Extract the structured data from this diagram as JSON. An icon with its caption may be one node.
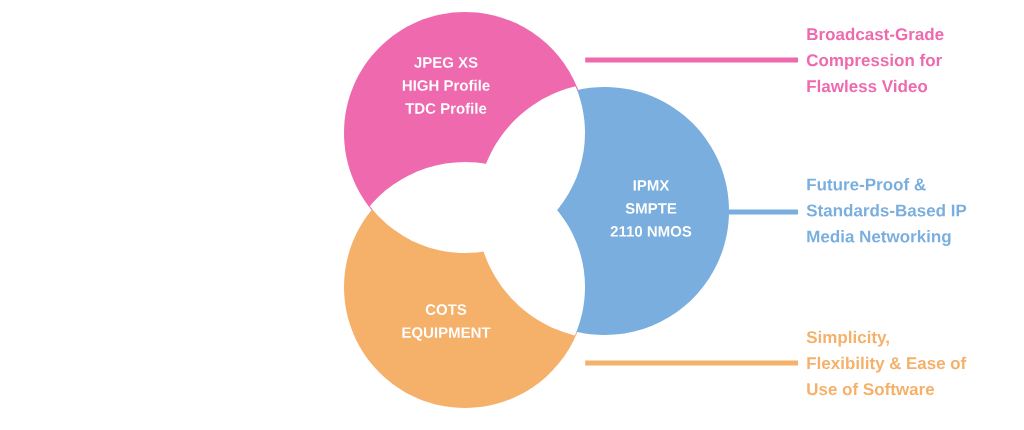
{
  "diagram": {
    "nodes": [
      {
        "text": [
          "JPEG XS HIGH Profile TDC Profile"
        ]
      },
      {
        "text": [
          "COTS EQUIPMENT"
        ]
      },
      {
        "text": [
          "IPMX SMPTE 2110 NMOS"
        ]
      },
      {
        "text": [
          "Broadcast-Grade Compression for Flawless Video"
        ]
      },
      {
        "text": [
          "Future-Proof & Standards-Based IP Media Networking"
        ]
      },
      {
        "text": [
          "Simplicity, Flexibility & Ease of Use of Software"
        ]
      }
    ],
    "edges": [
      {
        "from": 0,
        "to": 3,
        "arrow": "none",
        "color": "#ee69ad"
      },
      {
        "from": 2,
        "to": 4,
        "arrow": "none",
        "color": "#79aedf"
      },
      {
        "from": 1,
        "to": 5,
        "arrow": "none",
        "color": "#f5b06a"
      }
    ]
  }
}
